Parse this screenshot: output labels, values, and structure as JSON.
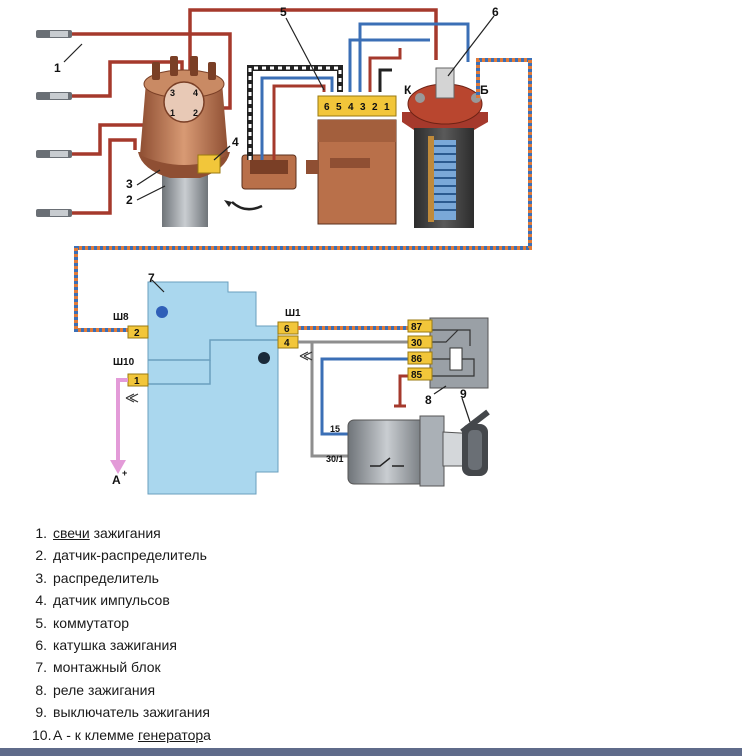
{
  "diagram": {
    "callouts": {
      "c1": "1",
      "c2": "2",
      "c3": "3",
      "c4": "4",
      "c5": "5",
      "c6": "6",
      "c7": "7",
      "c8": "8",
      "c9": "9"
    },
    "commutator_pins": [
      "6",
      "5",
      "4",
      "3",
      "2",
      "1"
    ],
    "coil_terminals": {
      "k": "К",
      "b": "Б"
    },
    "block": {
      "sh8": "Ш8",
      "sh10": "Ш10",
      "sh1": "Ш1",
      "pin_sh8_2": "2",
      "pin_sh10_1": "1",
      "pin_sh1_6": "6",
      "pin_sh1_4": "4"
    },
    "relay_pins": [
      "87",
      "30",
      "86",
      "85"
    ],
    "switch_terminals": {
      "t15": "15",
      "t30": "30/1"
    },
    "generator_arrow": "А",
    "generator_sign": "+"
  },
  "legend": [
    {
      "num": "1.",
      "link": "свечи",
      "text": " зажигания"
    },
    {
      "num": "2.",
      "text": "датчик-распределитель"
    },
    {
      "num": "3.",
      "text": "распределитель"
    },
    {
      "num": "4.",
      "text": "датчик импульсов"
    },
    {
      "num": "5.",
      "text": "коммутатор"
    },
    {
      "num": "6.",
      "text": "катушка зажигания"
    },
    {
      "num": "7.",
      "text": "монтажный блок"
    },
    {
      "num": "8.",
      "text": "реле зажигания"
    },
    {
      "num": "9.",
      "text": "выключатель зажигания"
    },
    {
      "num": "10.",
      "text": "А - к клемме ",
      "link": "генератор",
      "tail": "а"
    }
  ],
  "colors": {
    "wire_red": "#a5392c",
    "wire_blue": "#3b6fb6",
    "wire_orange": "#e07a38",
    "block_fill": "#aad7ee",
    "body_copper": "#b9704a",
    "coil_dark": "#3a3a3a",
    "pin_yellow": "#f2c63a",
    "generator_arrow": "#e39bd8"
  }
}
